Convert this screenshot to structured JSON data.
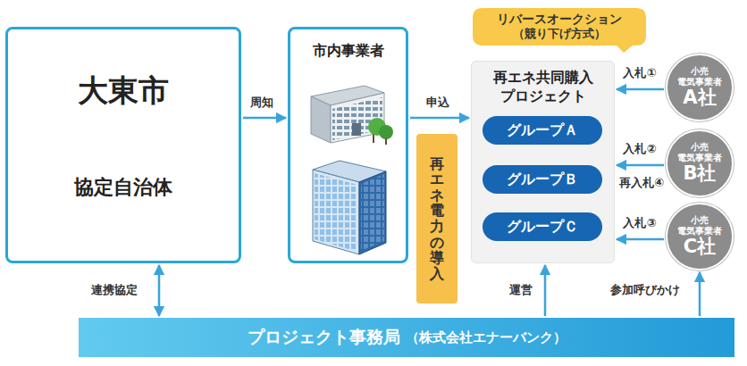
{
  "diagram": {
    "nodes": [
      {
        "text": [
          "大東市",
          "協定自治体"
        ]
      },
      {
        "text": [
          "市内事業者"
        ]
      },
      {
        "text": [
          "再エネ電力の導入"
        ]
      },
      {
        "text": [
          "再エネ共同購入 プロジェクト"
        ]
      },
      {
        "text": [
          "グループＡ"
        ],
        "in": 3
      },
      {
        "text": [
          "グループＢ"
        ],
        "in": 3
      },
      {
        "text": [
          "グループＣ"
        ],
        "in": 3
      },
      {
        "text": [
          "リバースオークション",
          "（競り下げ方式）"
        ]
      },
      {
        "text": [
          "小売 電気事業者",
          "A社"
        ]
      },
      {
        "text": [
          "小売 電気事業者",
          "B社"
        ]
      },
      {
        "text": [
          "小売 電気事業者",
          "C社"
        ]
      },
      {
        "text": [
          "プロジェクト事務局",
          "（株式会社エナーバンク）"
        ]
      }
    ],
    "edges": [
      {
        "from": 0,
        "to": 1,
        "label": "周知",
        "arrow": "to"
      },
      {
        "from": 1,
        "to": 3,
        "label": "申込",
        "arrow": "to"
      },
      {
        "from": 0,
        "to": 11,
        "label": "連携協定",
        "arrow": "both"
      },
      {
        "from": 11,
        "to": 3,
        "label": "運営",
        "arrow": "to"
      },
      {
        "from": 11,
        "to": 10,
        "label": "参加呼びかけ",
        "arrow": "to"
      },
      {
        "from": 8,
        "to": 3,
        "label": "入札①",
        "arrow": "to"
      },
      {
        "from": 9,
        "to": 3,
        "label": "入札②",
        "arrow": "to"
      },
      {
        "from": 10,
        "to": 3,
        "label": "入札③",
        "arrow": "to"
      }
    ],
    "labels": [
      "再入札④"
    ]
  }
}
